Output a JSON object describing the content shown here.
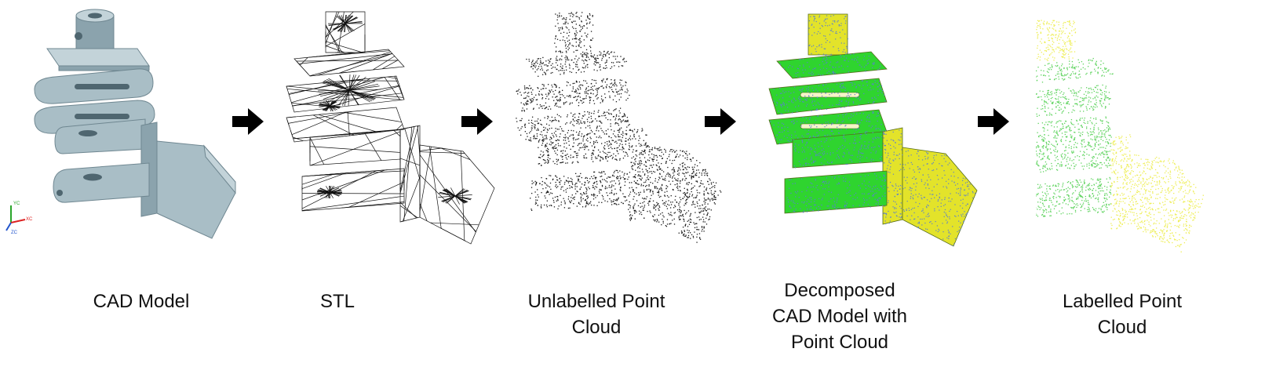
{
  "pipeline": {
    "stages": [
      {
        "caption": "CAD Model"
      },
      {
        "caption": "STL"
      },
      {
        "caption": "Unlabelled Point\nCloud"
      },
      {
        "caption": "Decomposed\nCAD Model with\nPoint Cloud"
      },
      {
        "caption": "Labelled Point\nCloud"
      }
    ],
    "arrow_icon": "right-arrow-icon",
    "axes": {
      "y_label": "YC",
      "x_label": "XC",
      "z_label": "ZC"
    }
  },
  "colors": {
    "cad_face": "#a9bec6",
    "cad_top": "#c3d3d9",
    "cad_side": "#8ba3ad",
    "cad_edge": "#6f8791",
    "wire": "#111111",
    "point": "#1a1a1a",
    "green_part": "#2fd42f",
    "yellow_part": "#e3e32a",
    "blue_dots": "#5a7fd0",
    "label_green": "#5ed35e",
    "label_yellow": "#eeee55",
    "arrow": "#000000"
  }
}
